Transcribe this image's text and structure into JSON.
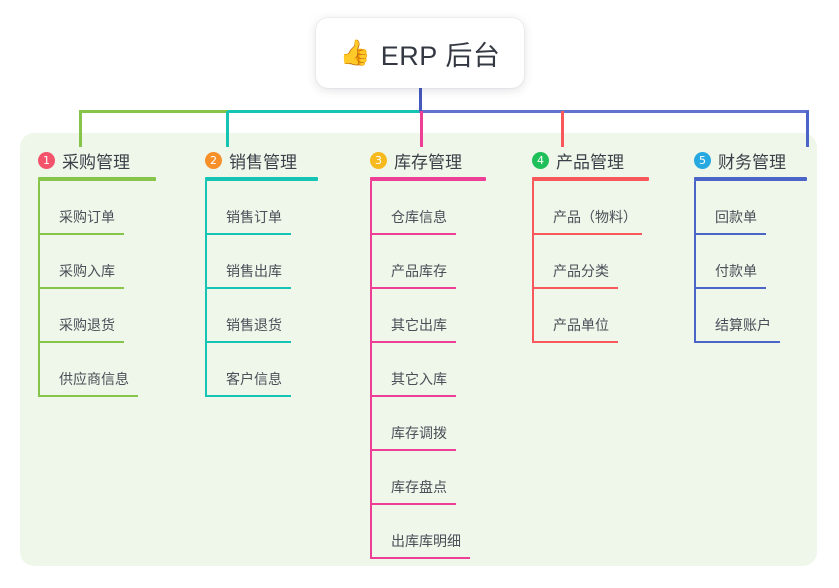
{
  "root": {
    "emoji": "👍",
    "emoji_name": "thumbs-up-icon",
    "title": "ERP 后台"
  },
  "canvas": {
    "background": "#ffffff",
    "panel_background": "#eff7ea"
  },
  "branches": [
    {
      "number": "1",
      "label": "采购管理",
      "badge_color": "#f4546b",
      "line_color": "#86c44a",
      "head_rule_width": 118,
      "children": [
        {
          "label": "采购订单",
          "rule_width": 86
        },
        {
          "label": "采购入库",
          "rule_width": 86
        },
        {
          "label": "采购退货",
          "rule_width": 86
        },
        {
          "label": "供应商信息",
          "rule_width": 100
        }
      ]
    },
    {
      "number": "2",
      "label": "销售管理",
      "badge_color": "#f79028",
      "line_color": "#16c4b4",
      "head_rule_width": 113,
      "children": [
        {
          "label": "销售订单",
          "rule_width": 86
        },
        {
          "label": "销售出库",
          "rule_width": 86
        },
        {
          "label": "销售退货",
          "rule_width": 86
        },
        {
          "label": "客户信息",
          "rule_width": 86
        }
      ]
    },
    {
      "number": "3",
      "label": "库存管理",
      "badge_color": "#f7ba1e",
      "line_color": "#ed3f96",
      "head_rule_width": 116,
      "children": [
        {
          "label": "仓库信息",
          "rule_width": 86
        },
        {
          "label": "产品库存",
          "rule_width": 86
        },
        {
          "label": "其它出库",
          "rule_width": 86
        },
        {
          "label": "其它入库",
          "rule_width": 86
        },
        {
          "label": "库存调拨",
          "rule_width": 86
        },
        {
          "label": "库存盘点",
          "rule_width": 86
        },
        {
          "label": "出库库明细",
          "rule_width": 100
        }
      ]
    },
    {
      "number": "4",
      "label": "产品管理",
      "badge_color": "#1fbf5a",
      "line_color": "#f8575c",
      "head_rule_width": 117,
      "children": [
        {
          "label": "产品（物料）",
          "rule_width": 110
        },
        {
          "label": "产品分类",
          "rule_width": 86
        },
        {
          "label": "产品单位",
          "rule_width": 86
        }
      ]
    },
    {
      "number": "5",
      "label": "财务管理",
      "badge_color": "#26a9e0",
      "line_color": "#4a64c8",
      "head_rule_width": 113,
      "children": [
        {
          "label": "回款单",
          "rule_width": 72
        },
        {
          "label": "付款单",
          "rule_width": 72
        },
        {
          "label": "结算账户",
          "rule_width": 86
        }
      ]
    }
  ],
  "connectors": {
    "stem_color": "#4458bd",
    "bus_left_color": "#86c44a",
    "bus_mid_color": "#16c4b4",
    "bus_right_color": "#6272d0",
    "drop_colors": [
      "#86c44a",
      "#16c4b4",
      "#ed3f96",
      "#f8575c",
      "#4a64c8"
    ]
  }
}
